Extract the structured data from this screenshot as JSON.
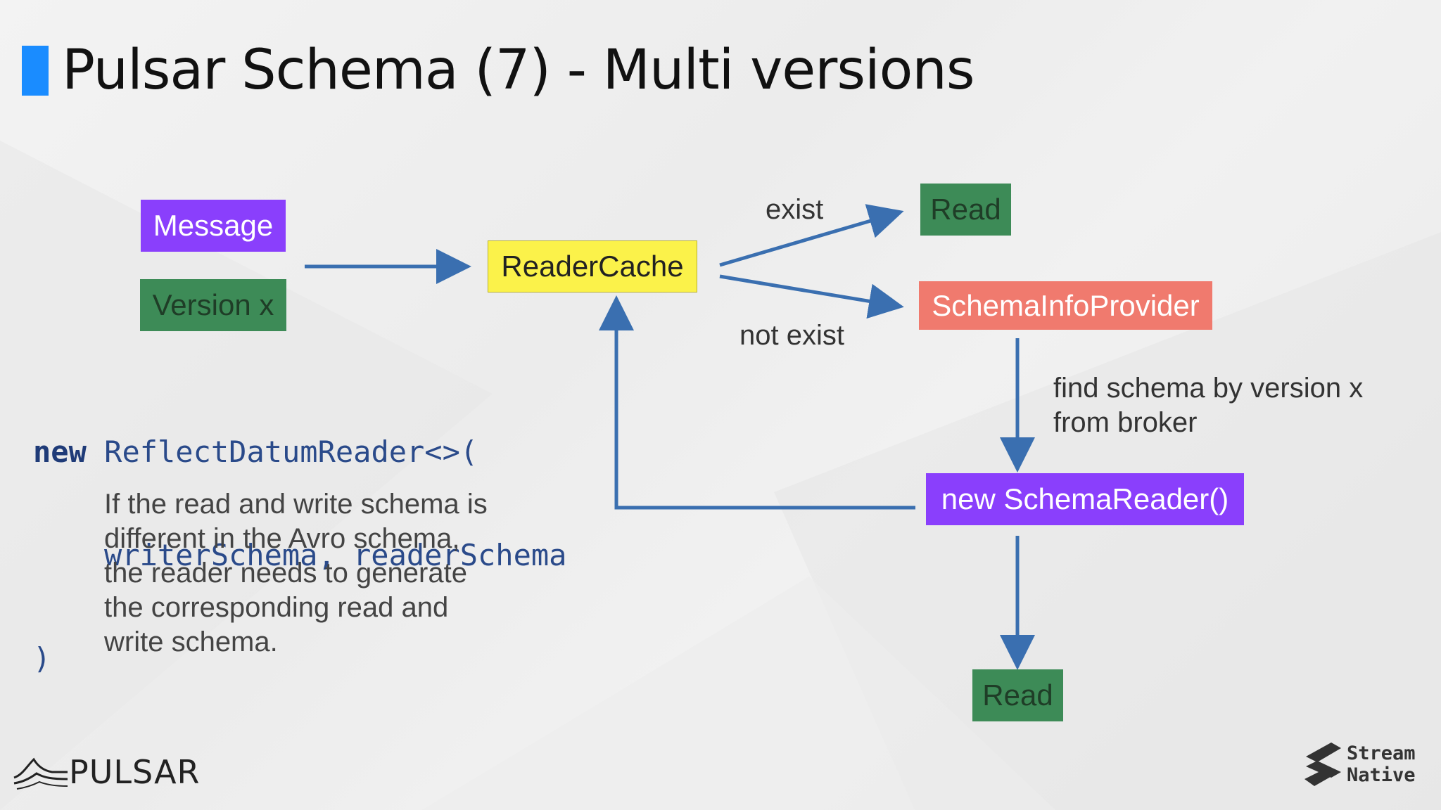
{
  "slide": {
    "title": "Pulsar Schema (7) - Multi versions",
    "accent_color": "#1a8cff"
  },
  "diagram": {
    "nodes": {
      "message": {
        "label": "Message",
        "color": "#8a3ffc"
      },
      "version": {
        "label": "Version x",
        "color": "#3d8b57"
      },
      "reader_cache": {
        "label": "ReaderCache",
        "color": "#fbf24a"
      },
      "read_top": {
        "label": "Read",
        "color": "#3d8b57"
      },
      "schema_info_provider": {
        "label": "SchemaInfoProvider",
        "color": "#f07a6e"
      },
      "new_schema_reader": {
        "label": "new SchemaReader()",
        "color": "#8a3ffc"
      },
      "read_bottom": {
        "label": "Read",
        "color": "#3d8b57"
      }
    },
    "edge_labels": {
      "exist": "exist",
      "not_exist": "not exist",
      "find_line1": "find schema by version x",
      "find_line2": "from broker"
    },
    "arrow_color": "#3a6fb0"
  },
  "code": {
    "keyword": "new",
    "line1_rest": "ReflectDatumReader<>(",
    "line2": "writerSchema, readerSchema",
    "line3": ")"
  },
  "explanation": {
    "lines": [
      "If the read and write schema is",
      "different in the Avro schema,",
      "the reader needs to generate",
      "the corresponding read and",
      "write schema."
    ]
  },
  "footer": {
    "left_logo_text": "PULSAR",
    "right_logo_line1": "Stream",
    "right_logo_line2": "Native",
    "left_logo_icon": "pulsar-logo-icon",
    "right_logo_icon": "streamnative-logo-icon"
  }
}
